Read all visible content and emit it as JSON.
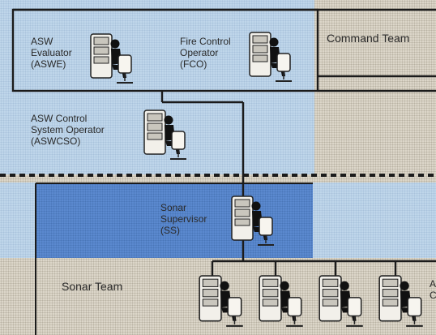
{
  "colors": {
    "command_bg": "#d8d2c4",
    "blue_region": "#bfd6ea",
    "supervisor_box": "#4f7fc7",
    "line": "#1b1b1b"
  },
  "teams": {
    "command": "Command Team",
    "sonar": "Sonar Team"
  },
  "roles": {
    "aswe": "ASW\nEvaluator\n(ASWE)",
    "fco": "Fire Control\nOperator\n(FCO)",
    "aswcso": "ASW Control\nSystem Operator\n(ASWCSO)",
    "ss": "Sonar\nSupervisor\n(SS)",
    "cutoff": "A\nC"
  },
  "icons": {
    "workstation": "operator-workstation-icon"
  }
}
